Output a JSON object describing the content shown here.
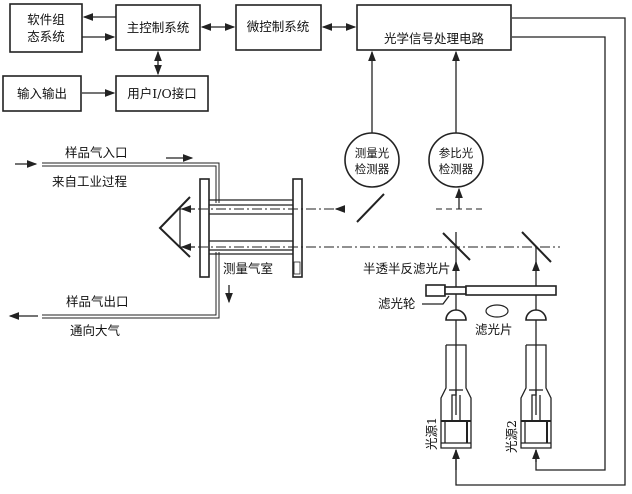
{
  "diagram": {
    "blocks": {
      "software_config_line1": "软件组",
      "software_config_line2": "态系统",
      "main_control": "主控制系统",
      "micro_control": "微控制系统",
      "signal_processing": "光学信号处理电路",
      "io_in_out": "输入输出",
      "user_io": "用户I/O接口"
    },
    "detectors": {
      "measure_line1": "测量光",
      "measure_line2": "检测器",
      "reference_line1": "参比光",
      "reference_line2": "检测器"
    },
    "gas": {
      "inlet": "样品气入口",
      "source": "来自工业过程",
      "outlet": "样品气出口",
      "to_atmosphere": "通向大气",
      "chamber": "测量气室"
    },
    "optics": {
      "half_mirror": "半透半反滤光片",
      "filter_wheel": "滤光轮",
      "filter": "滤光片",
      "light_source_1": "光源1",
      "light_source_2": "光源2"
    }
  }
}
